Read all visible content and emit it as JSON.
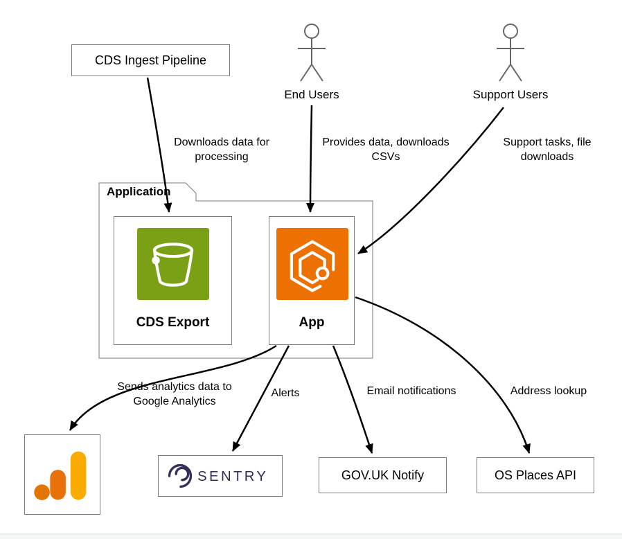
{
  "diagram": {
    "nodes": {
      "ingest": {
        "label": "CDS Ingest Pipeline"
      },
      "end_users": {
        "label": "End Users"
      },
      "support_users": {
        "label": "Support Users"
      },
      "application_boundary": {
        "label": "Application"
      },
      "cds_export": {
        "label": "CDS Export",
        "icon": "aws-s3-bucket-icon"
      },
      "app": {
        "label": "App",
        "icon": "aws-ecs-icon"
      },
      "google_analytics": {
        "icon": "google-analytics-logo"
      },
      "sentry": {
        "label": "SENTRY",
        "icon": "sentry-logo"
      },
      "govuk_notify": {
        "label": "GOV.UK Notify"
      },
      "os_places": {
        "label": "OS Places API"
      }
    },
    "edges": [
      {
        "from": "CDS Ingest Pipeline",
        "to": "CDS Export",
        "label": "Downloads data for processing"
      },
      {
        "from": "End Users",
        "to": "App",
        "label": "Provides data, downloads CSVs"
      },
      {
        "from": "Support Users",
        "to": "App",
        "label": "Support tasks, file downloads"
      },
      {
        "from": "App",
        "to": "Google Analytics",
        "label": "Sends analytics data to Google Analytics"
      },
      {
        "from": "App",
        "to": "Sentry",
        "label": "Alerts"
      },
      {
        "from": "App",
        "to": "GOV.UK Notify",
        "label": "Email notifications"
      },
      {
        "from": "App",
        "to": "OS Places API",
        "label": "Address lookup"
      }
    ],
    "colors": {
      "s3_green": "#7AA116",
      "ecs_orange": "#ED7100",
      "ga_yellow": "#F9AB00",
      "ga_orange": "#E8710A",
      "ga_dark_orange": "#E37400",
      "sentry_purple": "#362D59",
      "arrow_black": "#000000",
      "border_gray": "#7A7A7A",
      "actor_gray": "#666666"
    }
  }
}
